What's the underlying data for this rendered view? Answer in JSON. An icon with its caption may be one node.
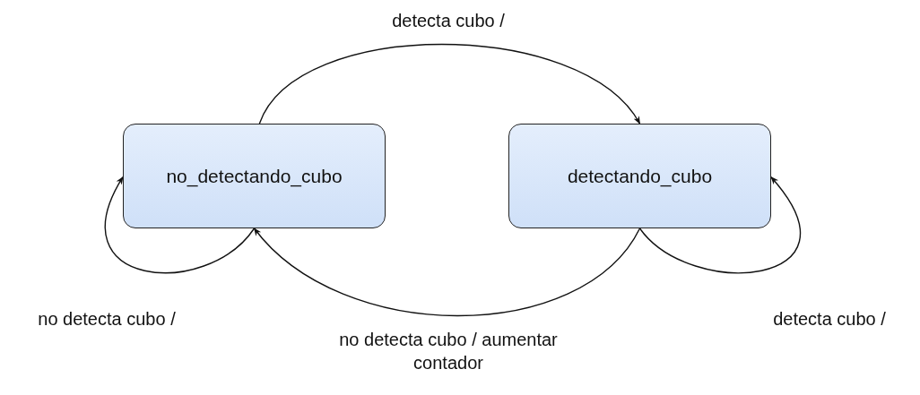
{
  "diagram": {
    "nodes": [
      {
        "text": [
          "no_detectando_cubo"
        ]
      },
      {
        "text": [
          "detectando_cubo"
        ]
      }
    ],
    "edges": [
      {
        "from": 0,
        "to": 1,
        "arrow": "to",
        "label": "detecta cubo /"
      },
      {
        "from": 1,
        "to": 0,
        "arrow": "to",
        "label": "no detecta cubo / aumentar contador"
      },
      {
        "from": 0,
        "to": 0,
        "arrow": "to",
        "label": "no detecta cubo /"
      },
      {
        "from": 1,
        "to": 1,
        "arrow": "to",
        "label": "detecta cubo /"
      }
    ]
  }
}
